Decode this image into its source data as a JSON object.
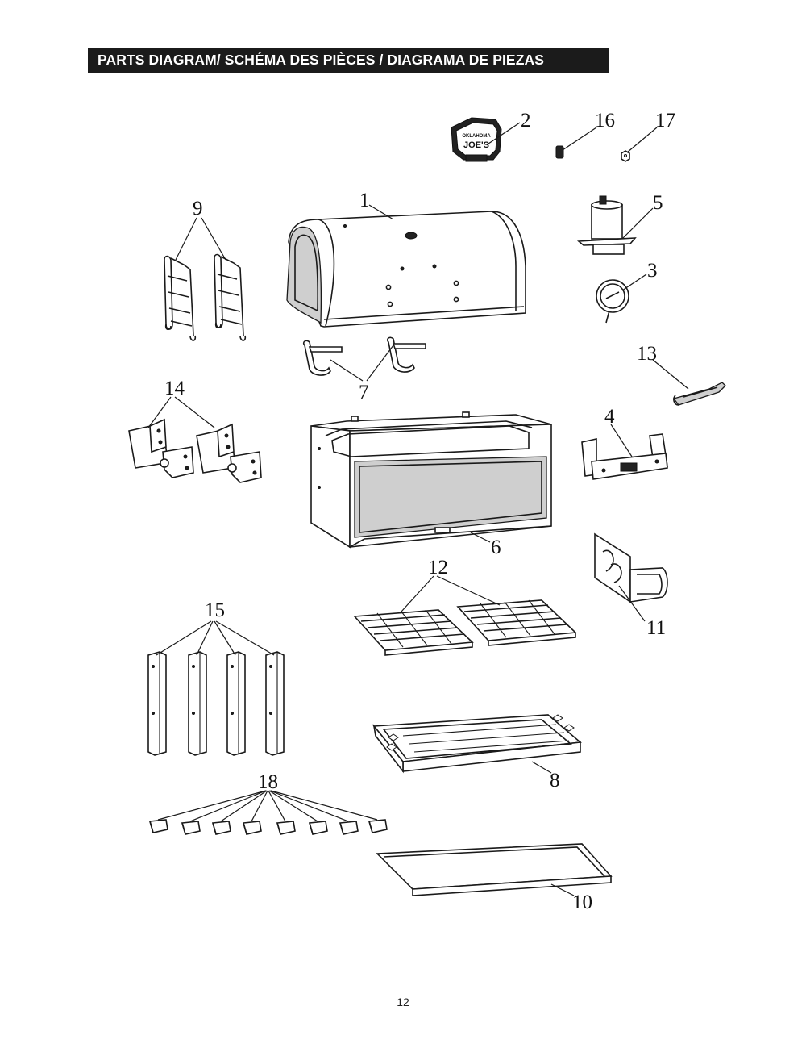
{
  "header": {
    "title": "PARTS DIAGRAM/ SCHÉMA DES PIÈCES / DIAGRAMA DE PIEZAS"
  },
  "footer": {
    "page_number": "12"
  },
  "logo": {
    "line1": "OKLAHOMA",
    "line2": "JOE'S"
  },
  "callouts": [
    "1",
    "2",
    "3",
    "4",
    "5",
    "6",
    "7",
    "8",
    "9",
    "10",
    "11",
    "12",
    "13",
    "14",
    "15",
    "16",
    "17",
    "18"
  ],
  "colors": {
    "title_bar": "#1b1b1b",
    "title_text": "#ffffff",
    "line_art": "#1a1a1a"
  }
}
